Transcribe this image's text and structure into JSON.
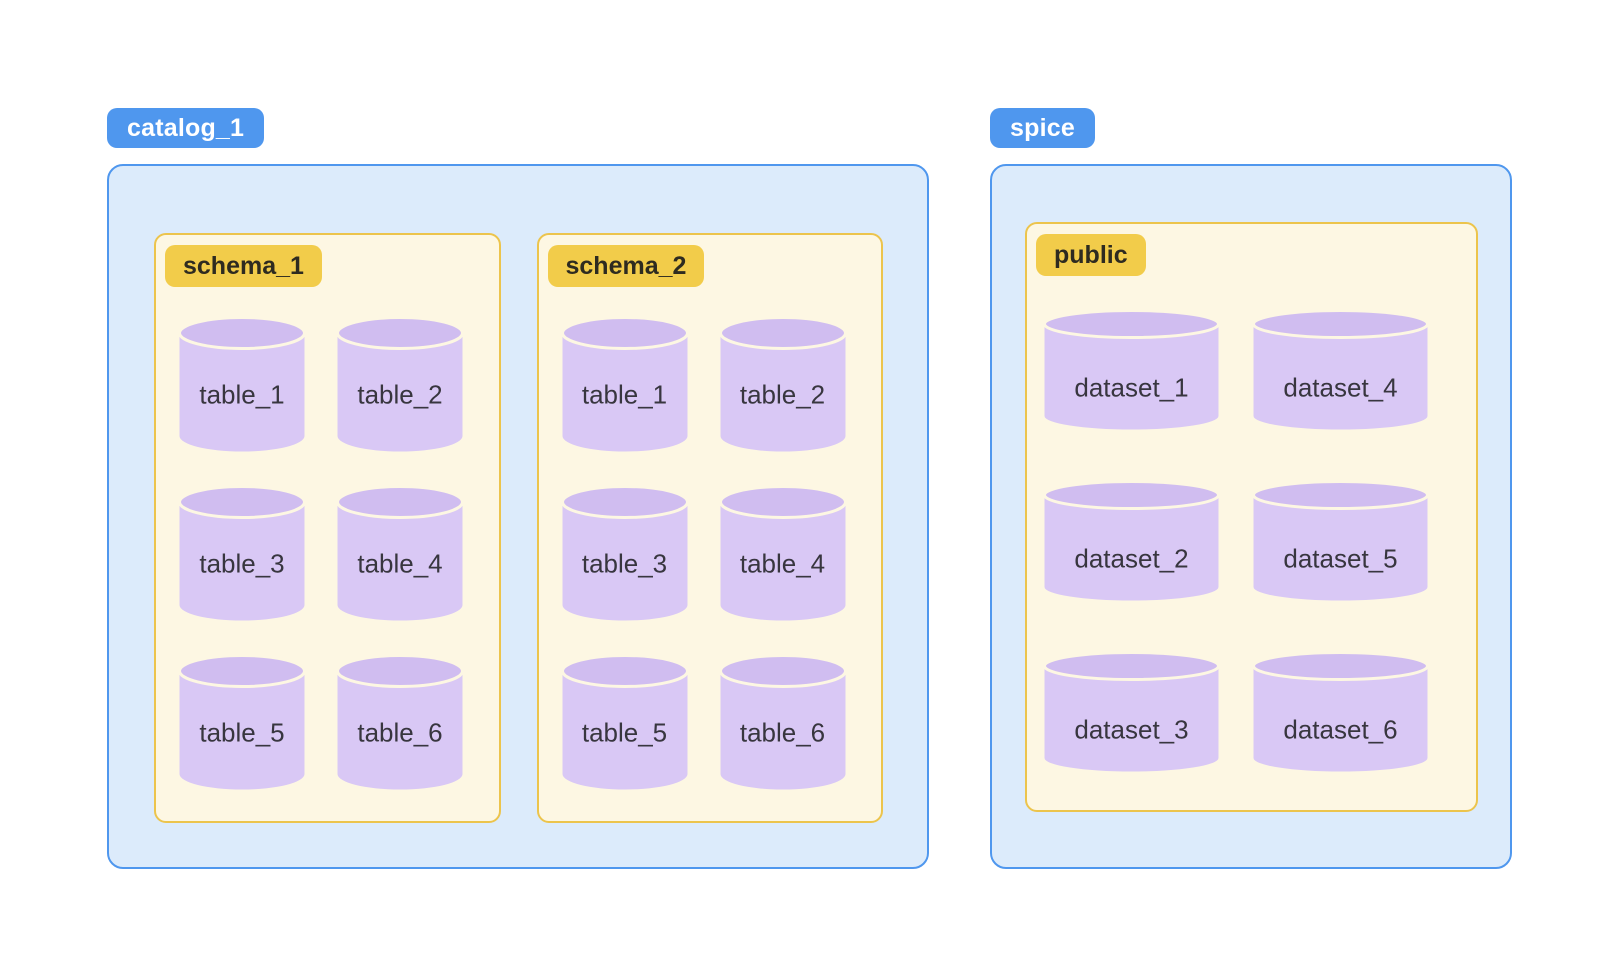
{
  "diagram": {
    "groups": [
      {
        "label": "catalog_1",
        "boxes": [
          {
            "label": "schema_1",
            "items": [
              "table_1",
              "table_2",
              "table_3",
              "table_4",
              "table_5",
              "table_6"
            ]
          },
          {
            "label": "schema_2",
            "items": [
              "table_1",
              "table_2",
              "table_3",
              "table_4",
              "table_5",
              "table_6"
            ]
          }
        ]
      },
      {
        "label": "spice",
        "boxes": [
          {
            "label": "public",
            "items": [
              "dataset_1",
              "dataset_2",
              "dataset_3",
              "dataset_4",
              "dataset_5",
              "dataset_6"
            ]
          }
        ]
      }
    ],
    "colors": {
      "group_label_bg": "#4f97ee",
      "group_label_text": "#ffffff",
      "container_bg": "#dcebfb",
      "container_border": "#4f97ee",
      "box_bg": "#fdf7e3",
      "box_border": "#ecc44c",
      "box_label_bg": "#f2cc4a",
      "box_label_text": "#2e2b20",
      "cylinder_body": "#d9c8f5",
      "cylinder_top": "#d0bdf0",
      "cylinder_text": "#38363f"
    }
  }
}
